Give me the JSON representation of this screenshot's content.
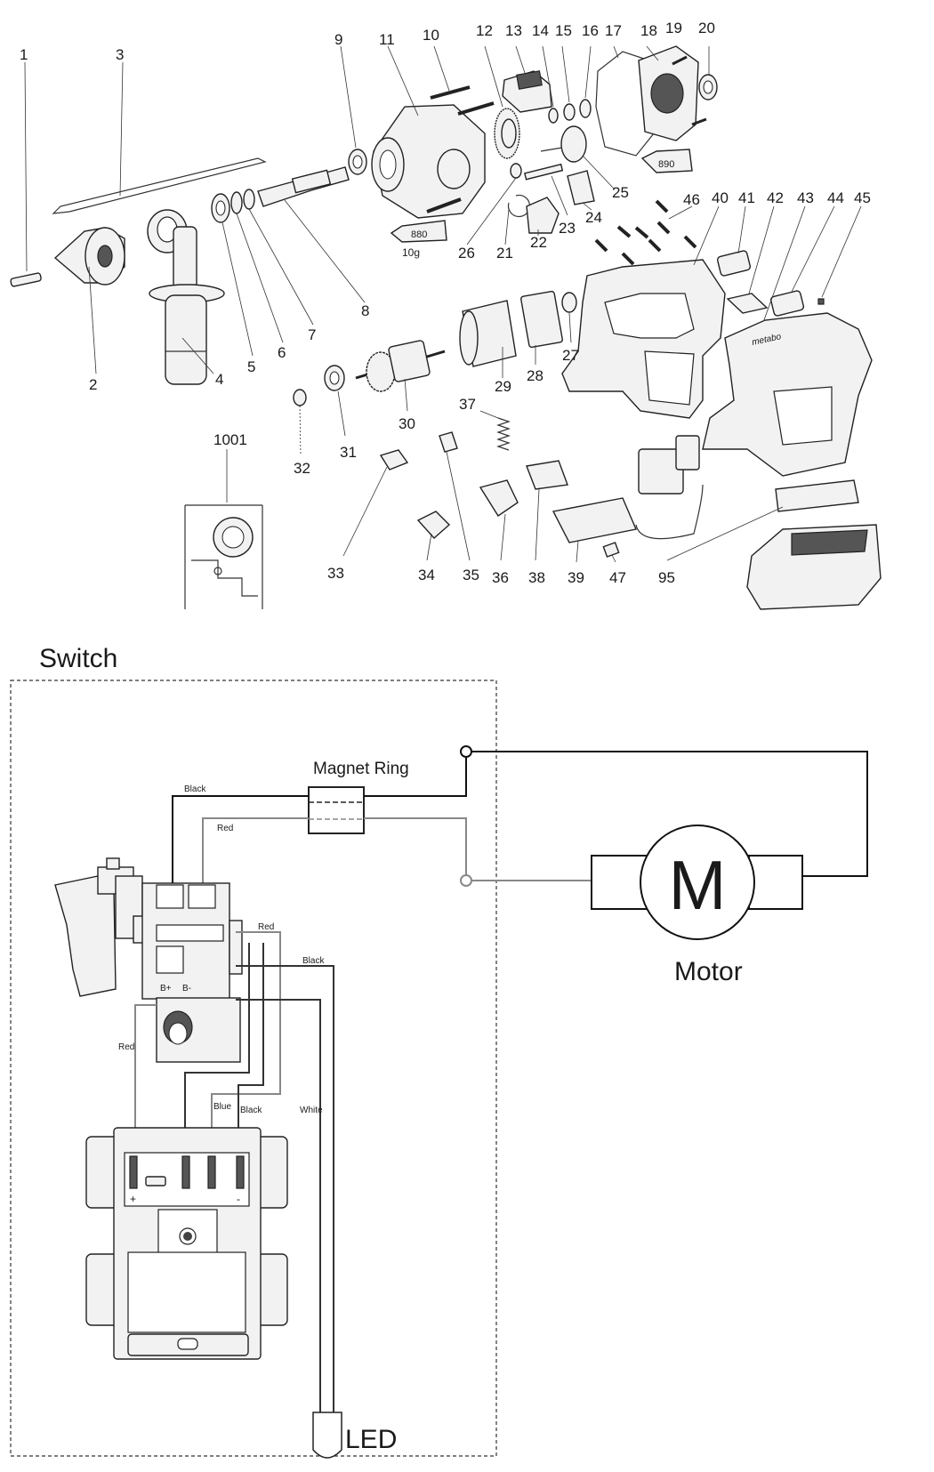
{
  "exploded_view": {
    "part_numbers": {
      "p1": "1",
      "p2": "2",
      "p3": "3",
      "p4": "4",
      "p5": "5",
      "p6": "6",
      "p7": "7",
      "p8": "8",
      "p9": "9",
      "p10": "10",
      "p11": "11",
      "p12": "12",
      "p13": "13",
      "p14": "14",
      "p15": "15",
      "p16": "16",
      "p17": "17",
      "p18": "18",
      "p19": "19",
      "p20": "20",
      "p21": "21",
      "p22": "22",
      "p23": "23",
      "p24": "24",
      "p25": "25",
      "p26": "26",
      "p27": "27",
      "p28": "28",
      "p29": "29",
      "p30": "30",
      "p31": "31",
      "p32": "32",
      "p33": "33",
      "p34": "34",
      "p35": "35",
      "p36": "36",
      "p37": "37",
      "p38": "38",
      "p39": "39",
      "p40": "40",
      "p41": "41",
      "p42": "42",
      "p43": "43",
      "p44": "44",
      "p45": "45",
      "p46": "46",
      "p47": "47",
      "p95": "95",
      "p1001": "1001"
    },
    "grease_tube_1": "880",
    "grease_tube_1_weight": "10g",
    "grease_tube_2": "890",
    "housing_brand": "metabo"
  },
  "schematic": {
    "title": "Switch",
    "magnet_ring_label": "Magnet Ring",
    "motor_symbol": "M",
    "motor_label": "Motor",
    "led_label": "LED",
    "terminal_b_plus": "B+",
    "terminal_b_minus": "B-",
    "battery_plus": "+",
    "battery_minus": "-",
    "wire_labels": {
      "black_top": "Black",
      "red_top": "Red",
      "red_right": "Red",
      "black_right": "Black",
      "red_left": "Red",
      "blue": "Blue",
      "black_bottom": "Black",
      "white": "White"
    },
    "colors": {
      "black_wire": "#111111",
      "red_wire": "#8a8a8a"
    }
  }
}
